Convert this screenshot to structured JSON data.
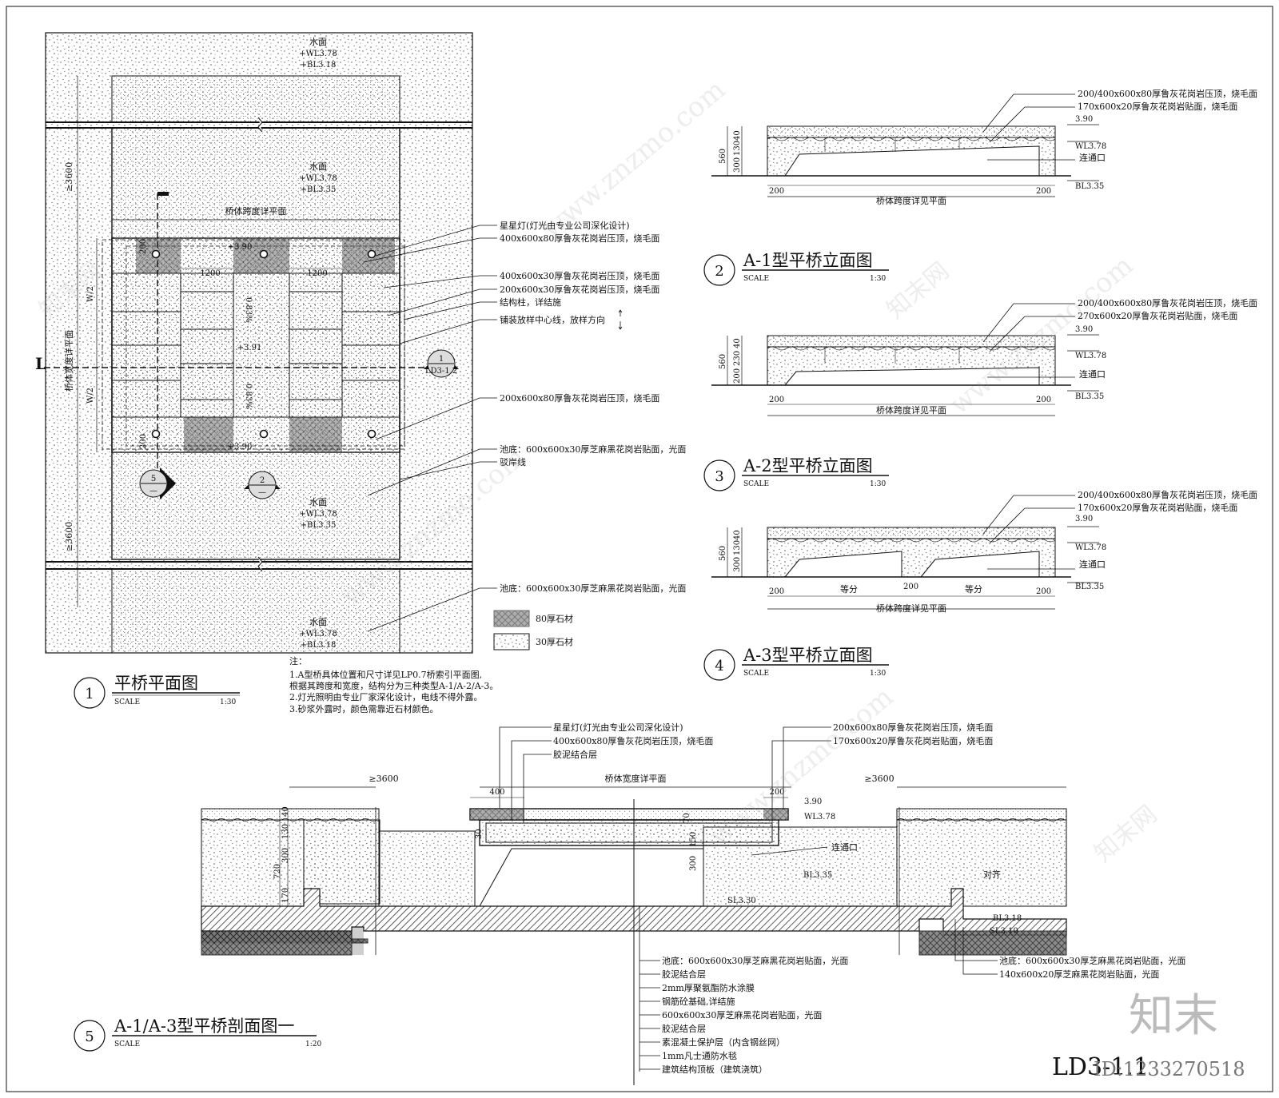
{
  "sheet": {
    "number": "LD3-1.1",
    "id_label": "ID:1233270518",
    "watermark_logo": "知末",
    "watermark_text": "www.znzmo.com",
    "watermark_brand": "知末网"
  },
  "colors": {
    "line": "#111111",
    "pattern": "#555555",
    "hatch": "#333333",
    "watermark": "#9a9a9a"
  },
  "plan": {
    "water": "水面",
    "wl": "+WL3.78",
    "bl18": "+BL3.18",
    "bl35": "+BL3.35",
    "span": "桥体跨度详平面",
    "width": "桥体宽度详平面",
    "h390": "+3.90",
    "h391": "+3.91",
    "slope": "0.83%",
    "d1200": "1200",
    "d200": "200",
    "d3600": "≥3600",
    "w2": "W/2",
    "cut": "L",
    "sec_a": "1",
    "sec_a_ref": "LD3-1.2",
    "sec_b": "5",
    "sec_c": "2",
    "dash": "—",
    "callouts": [
      "星星灯(灯光由专业公司深化设计)",
      "400x600x80厚鲁灰花岗岩压顶，烧毛面",
      "400x600x30厚鲁灰花岗岩压顶，烧毛面",
      "200x600x30厚鲁灰花岗岩压顶，烧毛面",
      "结构柱，详结施",
      "铺装放样中心线，放样方向",
      "200x600x80厚鲁灰花岗岩压顶，烧毛面",
      "池底：600x600x30厚芝麻黑花岗岩贴面，光面",
      "驳岸线",
      "池底：600x600x30厚芝麻黑花岗岩贴面，光面"
    ]
  },
  "legend": {
    "thick80": "80厚石材",
    "thick30": "30厚石材"
  },
  "notes": {
    "head": "注：",
    "items": [
      "1.A型桥具体位置和尺寸详见LP0.7桥索引平面图,",
      "根据其跨度和宽度，结构分为三种类型A-1/A-2/A-3。",
      "2.灯光照明由专业厂家深化设计，电线不得外露。",
      "3.砂浆外露时，颜色需靠近石材颜色。"
    ]
  },
  "titles": {
    "t1": {
      "num": "1",
      "name": "平桥平面图",
      "scale_label": "SCALE",
      "scale": "1:30"
    },
    "t2": {
      "num": "2",
      "name": "A-1型平桥立面图",
      "scale_label": "SCALE",
      "scale": "1:30"
    },
    "t3": {
      "num": "3",
      "name": "A-2型平桥立面图",
      "scale_label": "SCALE",
      "scale": "1:30"
    },
    "t4": {
      "num": "4",
      "name": "A-3型平桥立面图",
      "scale_label": "SCALE",
      "scale": "1:30"
    },
    "t5": {
      "num": "5",
      "name": "A-1/A-3型平桥剖面图一",
      "scale_label": "SCALE",
      "scale": "1:20"
    }
  },
  "elev": {
    "e390": "3.90",
    "wl": "WL3.78",
    "bl": "BL3.35",
    "conn": "连通口",
    "span": "桥体跨度详见平面",
    "d200": "200",
    "d560": "560",
    "d40": "40",
    "d300": "300",
    "d130": "130",
    "d230": "230",
    "eq": "等分",
    "e1_l1": "200/400x600x80厚鲁灰花岗岩压顶，烧毛面",
    "e1_l2": "170x600x20厚鲁灰花岗岩贴面，烧毛面",
    "e2_l1": "200/400x600x80厚鲁灰花岗岩压顶，烧毛面",
    "e2_l2": "270x600x20厚鲁灰花岗岩贴面，烧毛面",
    "e3_l1": "200/400x600x80厚鲁灰花岗岩压顶，烧毛面",
    "e3_l2": "170x600x20厚鲁灰花岗岩贴面，烧毛面"
  },
  "section": {
    "top_l1": "星星灯(灯光由专业公司深化设计)",
    "top_l2": "400x600x80厚鲁灰花岗岩压顶，烧毛面",
    "top_l3": "胶泥结合层",
    "top_r1": "200x600x80厚鲁灰花岗岩压顶，烧毛面",
    "top_r2": "170x600x20厚鲁灰花岗岩贴面，烧毛面",
    "d3600": "≥3600",
    "width": "桥体宽度详平面",
    "d400": "400",
    "d200": "200",
    "e390": "3.90",
    "wl": "WL3.78",
    "conn": "连通口",
    "bl35": "BL3.35",
    "sl330": "SL3.30",
    "align": "对齐",
    "bl318": "BL3.18",
    "sl310": "SL3.10",
    "v720": "720",
    "v300": "300",
    "v130": "130",
    "v40": "40",
    "v170": "170",
    "v150": "150",
    "v70": "70",
    "v30": "30",
    "layers": [
      "池底：600x600x30厚芝麻黑花岗岩贴面，光面",
      "胶泥结合层",
      "2mm厚聚氨酯防水涂膜",
      "钢筋砼基础,详结施",
      "600x600x30厚芝麻黑花岗岩贴面，光面",
      "胶泥结合层",
      "素混凝土保护层（内含钢丝网）",
      "1mm凡士通防水毯",
      "建筑结构顶板（建筑浇筑）"
    ],
    "right1": "池底：600x600x30厚芝麻黑花岗岩贴面，光面",
    "right2": "140x600x20厚芝麻黑花岗岩贴面，光面"
  }
}
